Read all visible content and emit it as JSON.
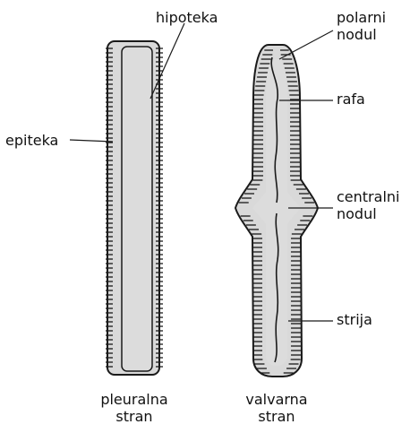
{
  "labels": {
    "hipoteka": "hipoteka",
    "epiteka": "epiteka",
    "polarni_nodul": [
      "polarni",
      "nodul"
    ],
    "rafa": "rafa",
    "centralni_nodul": [
      "centralni",
      "nodul"
    ],
    "strija": "strija"
  },
  "captions": {
    "pleural": [
      "pleuralna",
      "stran"
    ],
    "valvar": [
      "valvarna",
      "stran"
    ]
  },
  "colors": {
    "outline": "#1a1a1a",
    "fill": "#d9d9d9",
    "background": "#ffffff"
  }
}
